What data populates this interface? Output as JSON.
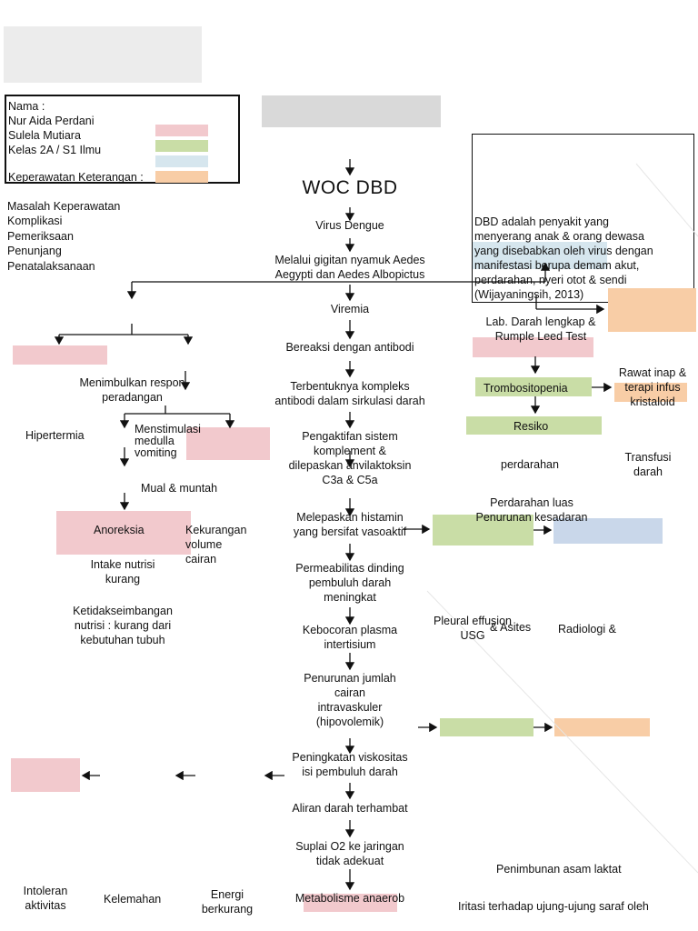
{
  "colors": {
    "pink": "#f2c9cd",
    "green": "#c9dda6",
    "blue": "#d6e6ee",
    "orange": "#f8cda6",
    "lightblue": "#c9d7ea",
    "gray": "#d9d9d9"
  },
  "legend": {
    "lines": [
      "Nama :",
      "Nur Aida Perdani",
      "Sulela Mutiara",
      "Kelas 2A / S1 Ilmu",
      "",
      "Keperawatan Keterangan :"
    ]
  },
  "legend_keys": [
    "Masalah Keperawatan",
    "Komplikasi",
    "Pemeriksaan",
    "Penunjang",
    "Penatalaksanaan"
  ],
  "title": "WOC DBD",
  "definition": "DBD adalah penyakit yang\nmenyerang anak & orang dewasa\nyang disebabkan oleh virus dengan\nmanifestasi berupa demam akut,\nperdarahan, nyeri otot & sendi\n(Wijayaningsih, 2013)",
  "main_flow": {
    "virus": "Virus Dengue",
    "gigitan": "Melalui gigitan nyamuk Aedes\nAegypti dan Aedes Albopictus",
    "viremia": "Viremia",
    "bereaksi": "Bereaksi dengan antibodi",
    "kompleks": "Terbentuknya kompleks\nantibodi dalam sirkulasi darah",
    "komplemen": "Pengaktifan sistem\nkomplement &\ndilepaskan anvilaktoksin\nC3a & C5a",
    "histamin": "Melepaskan histamin\nyang bersifat vasoaktif",
    "permeabilitas": "Permeabilitas dinding\npembuluh darah\nmeningkat",
    "kebocoran": "Kebocoran plasma\nintertisium",
    "penurunan": "Penurunan jumlah\ncairan\nintravaskuler\n(hipovolemik)",
    "viskositas": "Peningkatan viskositas\nisi pembuluh darah",
    "aliran": "Aliran darah terhambat",
    "suplai": "Suplai O2 ke jaringan\ntidak adekuat",
    "metabolisme": "Metabolisme anaerob"
  },
  "left_branch": {
    "respon": "Menimbulkan respon\nperadangan",
    "hipertermia": "Hipertermia",
    "menstimulasi": "Menstimulasi\nmedulla\nvomiting",
    "mual": "Mual & muntah",
    "anoreksia": "Anoreksia",
    "kekurangan": "Kekurangan\nvolume\ncairan",
    "intake": "Intake nutrisi\nkurang",
    "ketidak": "Ketidakseimbangan\nnutrisi : kurang dari\nkebutuhan tubuh",
    "intoleran": "Intoleran\naktivitas",
    "kelemahan": "Kelemahan",
    "energi": "Energi\nberkurang"
  },
  "right_branch": {
    "lab": "Lab. Darah lengkap &\nRumple Leed Test",
    "trombo": "Trombositopenia",
    "rawat": "Rawat inap &\nterapi infus\nkristaloid",
    "resiko": "Resiko",
    "perdarahan": "perdarahan",
    "transfusi": "Transfusi\ndarah",
    "perdarahan_luas": "Perdarahan luas\nPenurunan kesadaran",
    "pleural": "Pleural effusion\nUSG",
    "asites": "& Asites",
    "radiologi": "Radiologi &",
    "asam": "Penimbunan asam laktat",
    "iritasi": "Iritasi terhadap ujung-ujung saraf oleh"
  }
}
